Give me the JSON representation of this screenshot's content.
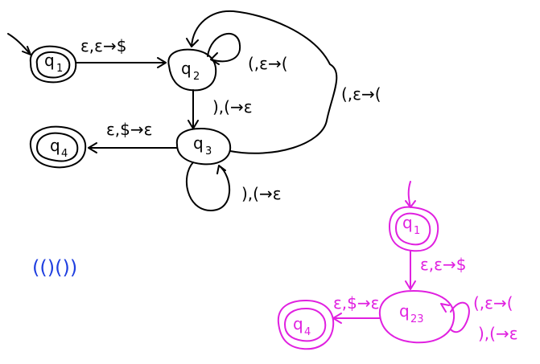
{
  "colors": {
    "ink": "#000000",
    "accent": "#e020e0",
    "string": "#1f3fe0"
  },
  "machine_a": {
    "states": [
      {
        "id": "q1",
        "base": "q",
        "sub": "1",
        "start": true,
        "accept": true
      },
      {
        "id": "q2",
        "base": "q",
        "sub": "2",
        "start": false,
        "accept": false
      },
      {
        "id": "q3",
        "base": "q",
        "sub": "3",
        "start": false,
        "accept": false
      },
      {
        "id": "q4",
        "base": "q",
        "sub": "4",
        "start": false,
        "accept": true
      }
    ],
    "transitions": [
      {
        "from": "q1",
        "to": "q2",
        "label": "ε,ε→$"
      },
      {
        "from": "q2",
        "to": "q2",
        "label": "(,ε→("
      },
      {
        "from": "q2",
        "to": "q3",
        "label": "),(→ε"
      },
      {
        "from": "q3",
        "to": "q2",
        "label": "(,ε→("
      },
      {
        "from": "q3",
        "to": "q3",
        "label": "),(→ε"
      },
      {
        "from": "q3",
        "to": "q4",
        "label": "ε,$→ε"
      }
    ]
  },
  "example_string": "(()())",
  "machine_b": {
    "states": [
      {
        "id": "q1",
        "base": "q",
        "sub": "1",
        "start": true,
        "accept": true
      },
      {
        "id": "q23",
        "base": "q",
        "sub": "23",
        "start": false,
        "accept": false
      },
      {
        "id": "q4",
        "base": "q",
        "sub": "4",
        "start": false,
        "accept": true
      }
    ],
    "transitions": [
      {
        "from": "q1",
        "to": "q23",
        "label": "ε,ε→$"
      },
      {
        "from": "q23",
        "to": "q23",
        "label": "(,ε→("
      },
      {
        "from": "q23",
        "to": "q23",
        "label": "),(→ε"
      },
      {
        "from": "q23",
        "to": "q4",
        "label": "ε,$→ε"
      }
    ]
  }
}
